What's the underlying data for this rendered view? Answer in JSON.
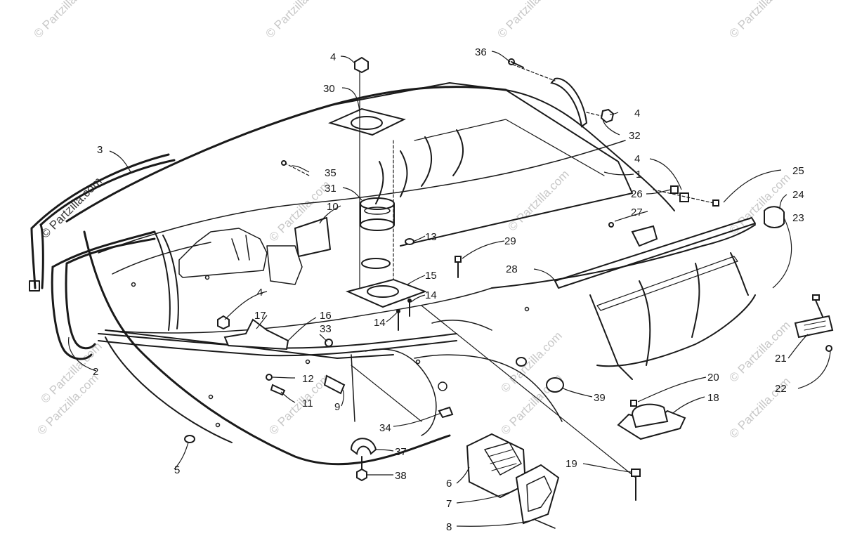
{
  "watermark": {
    "text": "© Partzilla.com",
    "color": "#c8c8c8"
  },
  "callouts": [
    {
      "id": "1",
      "label": "1"
    },
    {
      "id": "2",
      "label": "2"
    },
    {
      "id": "3",
      "label": "3"
    },
    {
      "id": "4a",
      "label": "4"
    },
    {
      "id": "4b",
      "label": "4"
    },
    {
      "id": "4c",
      "label": "4"
    },
    {
      "id": "4d",
      "label": "4"
    },
    {
      "id": "5",
      "label": "5"
    },
    {
      "id": "6",
      "label": "6"
    },
    {
      "id": "7",
      "label": "7"
    },
    {
      "id": "8",
      "label": "8"
    },
    {
      "id": "9",
      "label": "9"
    },
    {
      "id": "10",
      "label": "10"
    },
    {
      "id": "11",
      "label": "11"
    },
    {
      "id": "12",
      "label": "12"
    },
    {
      "id": "13",
      "label": "13"
    },
    {
      "id": "14a",
      "label": "14"
    },
    {
      "id": "14b",
      "label": "14"
    },
    {
      "id": "15",
      "label": "15"
    },
    {
      "id": "16",
      "label": "16"
    },
    {
      "id": "17",
      "label": "17"
    },
    {
      "id": "18",
      "label": "18"
    },
    {
      "id": "19",
      "label": "19"
    },
    {
      "id": "20",
      "label": "20"
    },
    {
      "id": "21",
      "label": "21"
    },
    {
      "id": "22",
      "label": "22"
    },
    {
      "id": "23",
      "label": "23"
    },
    {
      "id": "24",
      "label": "24"
    },
    {
      "id": "25",
      "label": "25"
    },
    {
      "id": "26",
      "label": "26"
    },
    {
      "id": "27",
      "label": "27"
    },
    {
      "id": "28",
      "label": "28"
    },
    {
      "id": "29",
      "label": "29"
    },
    {
      "id": "30",
      "label": "30"
    },
    {
      "id": "31",
      "label": "31"
    },
    {
      "id": "32",
      "label": "32"
    },
    {
      "id": "33",
      "label": "33"
    },
    {
      "id": "34",
      "label": "34"
    },
    {
      "id": "35",
      "label": "35"
    },
    {
      "id": "36",
      "label": "36"
    },
    {
      "id": "37",
      "label": "37"
    },
    {
      "id": "38",
      "label": "38"
    },
    {
      "id": "39",
      "label": "39"
    }
  ]
}
